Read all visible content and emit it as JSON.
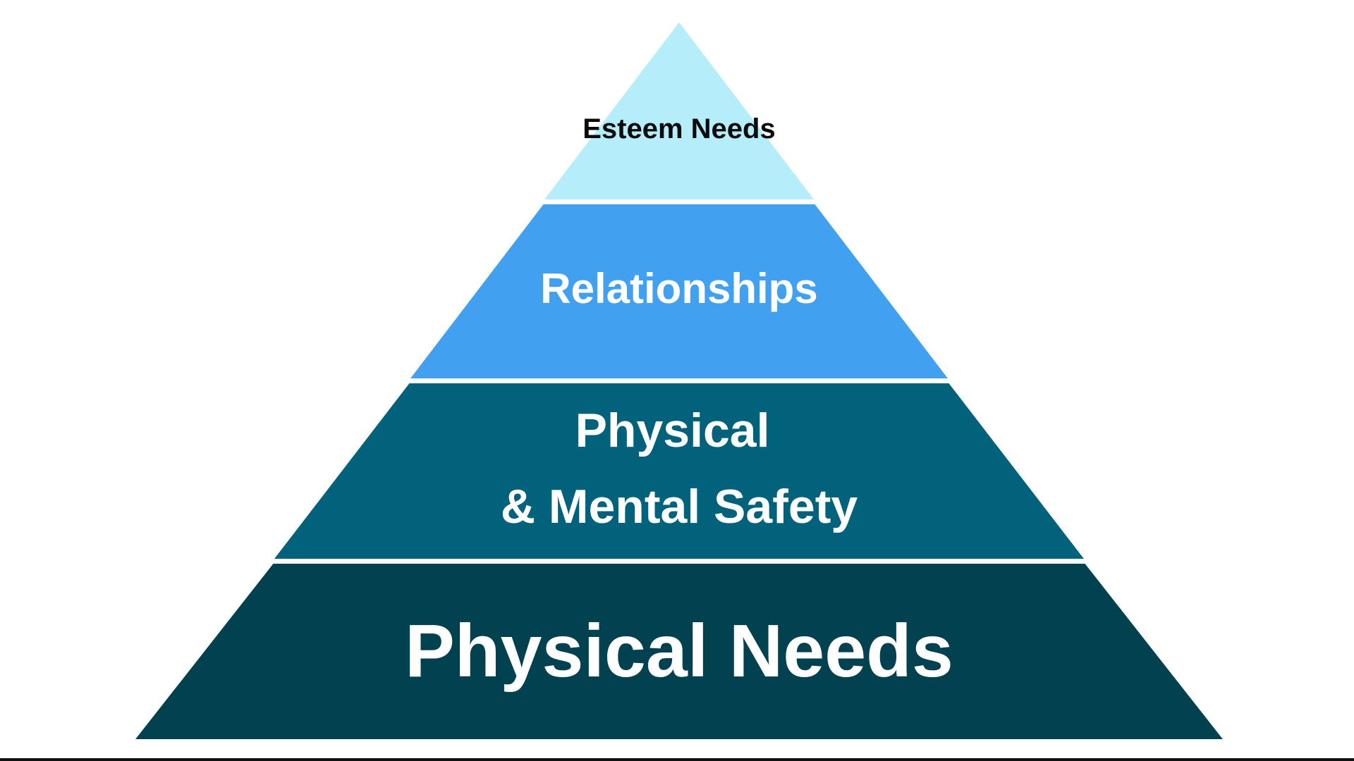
{
  "pyramid": {
    "tiers": [
      {
        "label_lines": [
          "Esteem Needs"
        ],
        "fill": "#B5EEFA",
        "text_color": "#0B0B0B"
      },
      {
        "label_lines": [
          "Relationships"
        ],
        "fill": "#42A0F0",
        "text_color": "#FFFFFF"
      },
      {
        "label_lines": [
          "Physical",
          "& Mental Safety"
        ],
        "fill": "#02627B",
        "text_color": "#FFFFFF"
      },
      {
        "label_lines": [
          "Physical Needs"
        ],
        "fill": "#02414F",
        "text_color": "#FFFFFF"
      }
    ],
    "separator_color": "#FFFFFF"
  }
}
